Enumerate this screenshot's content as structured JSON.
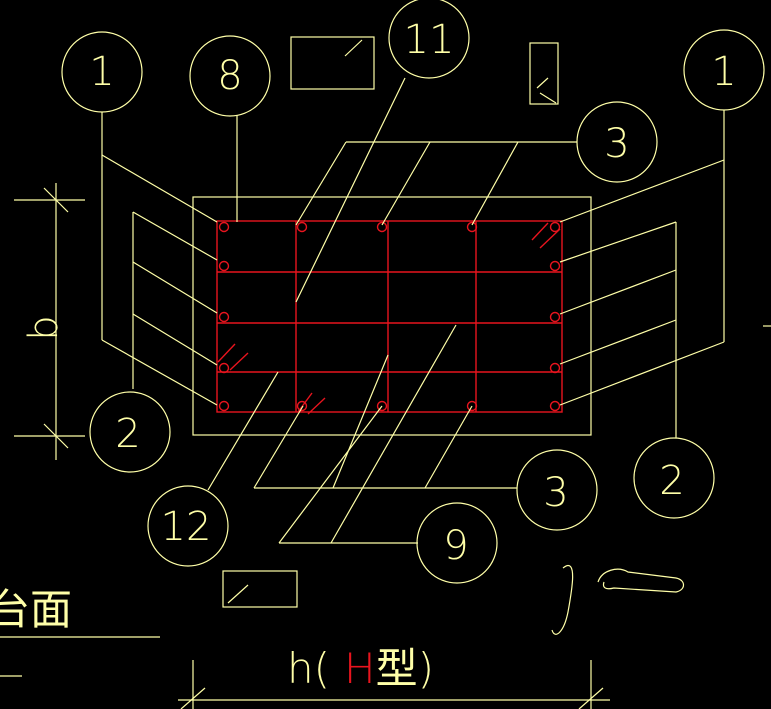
{
  "colors": {
    "background": "#000000",
    "line": "#ffffa8",
    "rebar": "#e8141e"
  },
  "callouts": {
    "top_left": "1",
    "top_mid": "8",
    "top_center": "11",
    "top_right_mid": "3",
    "top_right": "1",
    "left_bottom": "2",
    "bottom_left": "12",
    "bottom_mid_right": "3",
    "bottom_mid": "9",
    "right_bottom": "2"
  },
  "dims": {
    "height_label": "b",
    "width_prefix": "h(",
    "width_highlight": "H",
    "width_suffix": "型)"
  },
  "notes": {
    "bottom_left_text": "台面"
  }
}
